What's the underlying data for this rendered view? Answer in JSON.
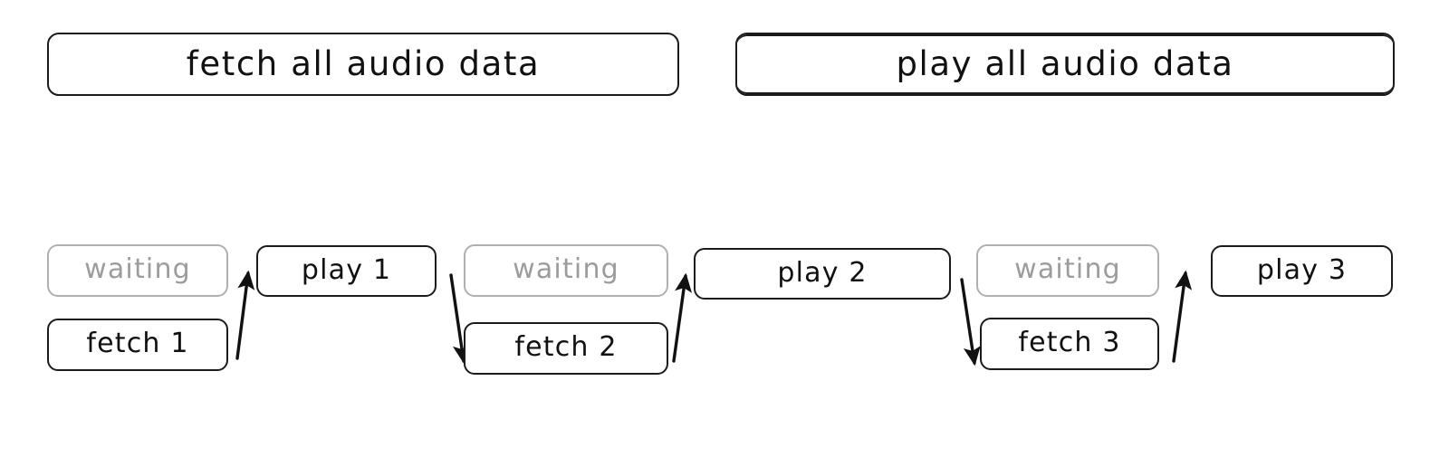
{
  "diagram": {
    "title_bars": [
      {
        "id": "fetch-all",
        "label": "fetch all audio data",
        "style": "plain"
      },
      {
        "id": "play-all",
        "label": "play all audio data",
        "style": "sketchy"
      }
    ],
    "steps": [
      {
        "id": "waiting-1",
        "label": "waiting",
        "state": "muted"
      },
      {
        "id": "fetch-1",
        "label": "fetch 1",
        "state": "active"
      },
      {
        "id": "play-1",
        "label": "play 1",
        "state": "active"
      },
      {
        "id": "waiting-2",
        "label": "waiting",
        "state": "muted"
      },
      {
        "id": "fetch-2",
        "label": "fetch 2",
        "state": "active"
      },
      {
        "id": "play-2",
        "label": "play 2",
        "state": "active"
      },
      {
        "id": "waiting-3",
        "label": "waiting",
        "state": "muted"
      },
      {
        "id": "fetch-3",
        "label": "fetch 3",
        "state": "active"
      },
      {
        "id": "play-3",
        "label": "play 3",
        "state": "active"
      }
    ],
    "arrows": [
      {
        "id": "fetch-1-to-play-1",
        "direction": "up"
      },
      {
        "id": "play-1-to-fetch-2",
        "direction": "down"
      },
      {
        "id": "fetch-2-to-play-2",
        "direction": "up"
      },
      {
        "id": "play-2-to-fetch-3",
        "direction": "down"
      },
      {
        "id": "fetch-3-to-play-3",
        "direction": "up"
      }
    ],
    "colors": {
      "stroke": "#1b1b1b",
      "muted_stroke": "#b0b0b0",
      "muted_text": "#9c9c9c",
      "background": "#ffffff"
    }
  }
}
